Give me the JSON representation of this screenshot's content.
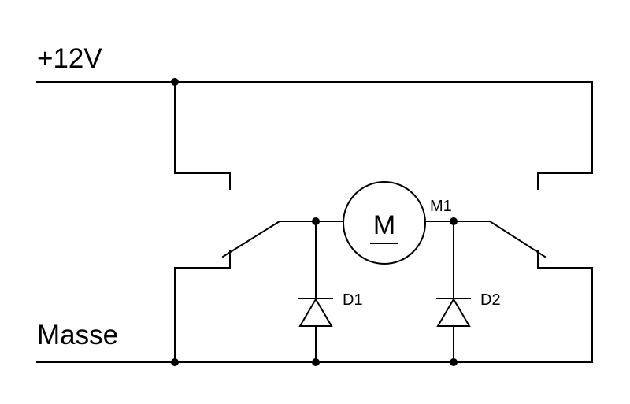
{
  "rails": {
    "supply_label": "+12V",
    "ground_label": "Masse"
  },
  "motor": {
    "designator": "M1",
    "symbol_letter": "M"
  },
  "diodes": [
    {
      "designator": "D1"
    },
    {
      "designator": "D2"
    }
  ],
  "colors": {
    "line": "#000000",
    "background": "#ffffff"
  }
}
